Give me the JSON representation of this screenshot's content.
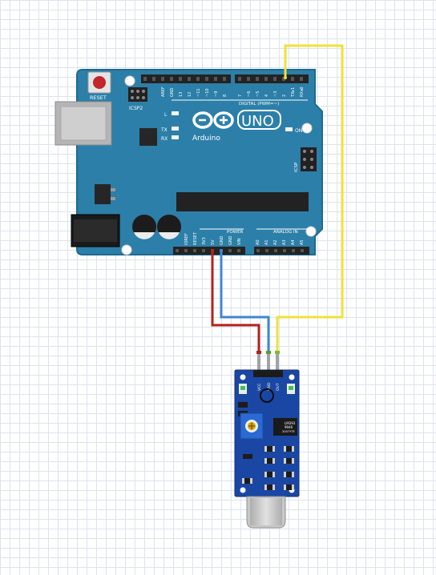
{
  "board": {
    "reset_label": "RESET",
    "icsp2_label": "ICSP2",
    "icsp_label": "ICSP",
    "aref_label": "AREF",
    "gnd_label": "GND",
    "digital_pins": [
      "13",
      "12",
      "~11",
      "~10",
      "~9",
      "8",
      "7",
      "~6",
      "~5",
      "4",
      "~3",
      "2",
      "TX▸1",
      "RX◂0"
    ],
    "digital_label": "DIGITAL (PWM=~)",
    "led_l_label": "L",
    "led_tx_label": "TX",
    "led_rx_label": "RX",
    "on_label": "ON",
    "logo_uno": "UNO",
    "logo_brand": "Arduino",
    "power_label": "POWER",
    "power_pins": [
      "IOREF",
      "RESET",
      "3V3",
      "5V",
      "GND",
      "GND",
      "VIN"
    ],
    "analog_label": "ANALOG IN",
    "analog_pins": [
      "A0",
      "A1",
      "A2",
      "A3",
      "A4",
      "A5"
    ]
  },
  "sensor": {
    "pin_labels": [
      "VCC",
      "GND",
      "OUT"
    ],
    "chip_lines": [
      "LM393",
      "9946",
      "2007YTE"
    ]
  },
  "colors": {
    "board": "#2c7fa8",
    "board_edge": "#1f6a8f",
    "sensor_pcb": "#1a47a3",
    "wire_vcc": "#b3221b",
    "wire_gnd": "#3f86d6",
    "wire_signal": "#efe23a",
    "grid": "#dde3ee"
  }
}
